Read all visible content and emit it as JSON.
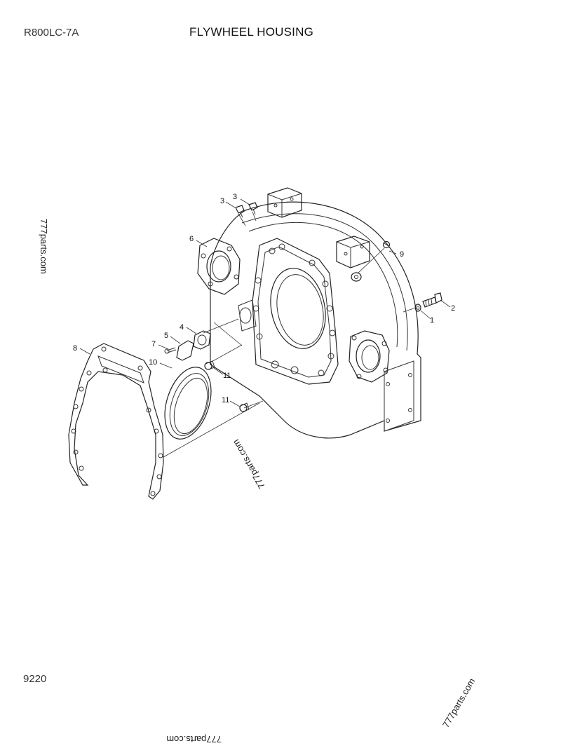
{
  "header": {
    "model": "R800LC-7A",
    "title": "FLYWHEEL HOUSING"
  },
  "footer": {
    "page_number": "9220"
  },
  "watermarks": [
    {
      "text": "777parts.com",
      "position": "left-vertical"
    },
    {
      "text": "777parts.com",
      "position": "center-rotated"
    },
    {
      "text": "777parts.com",
      "position": "bottom-right-diagonal"
    },
    {
      "text": "777parts.com",
      "position": "bottom-upside-down"
    }
  ],
  "diagram": {
    "type": "exploded-parts-view",
    "subject": "Flywheel housing assembly",
    "callouts": [
      {
        "id": "1",
        "label": "1",
        "part": "washer"
      },
      {
        "id": "2",
        "label": "2",
        "part": "bolt"
      },
      {
        "id": "3a",
        "label": "3",
        "part": "bolt"
      },
      {
        "id": "3b",
        "label": "3",
        "part": "bolt"
      },
      {
        "id": "4",
        "label": "4",
        "part": "gasket"
      },
      {
        "id": "5",
        "label": "5",
        "part": "cover plate"
      },
      {
        "id": "6",
        "label": "6",
        "part": "flywheel housing"
      },
      {
        "id": "7",
        "label": "7",
        "part": "screw"
      },
      {
        "id": "8",
        "label": "8",
        "part": "gasket"
      },
      {
        "id": "9",
        "label": "9",
        "part": "plug"
      },
      {
        "id": "10",
        "label": "10",
        "part": "oil seal"
      },
      {
        "id": "11a",
        "label": "11",
        "part": "dowel pin"
      },
      {
        "id": "11b",
        "label": "11",
        "part": "dowel pin"
      }
    ]
  }
}
